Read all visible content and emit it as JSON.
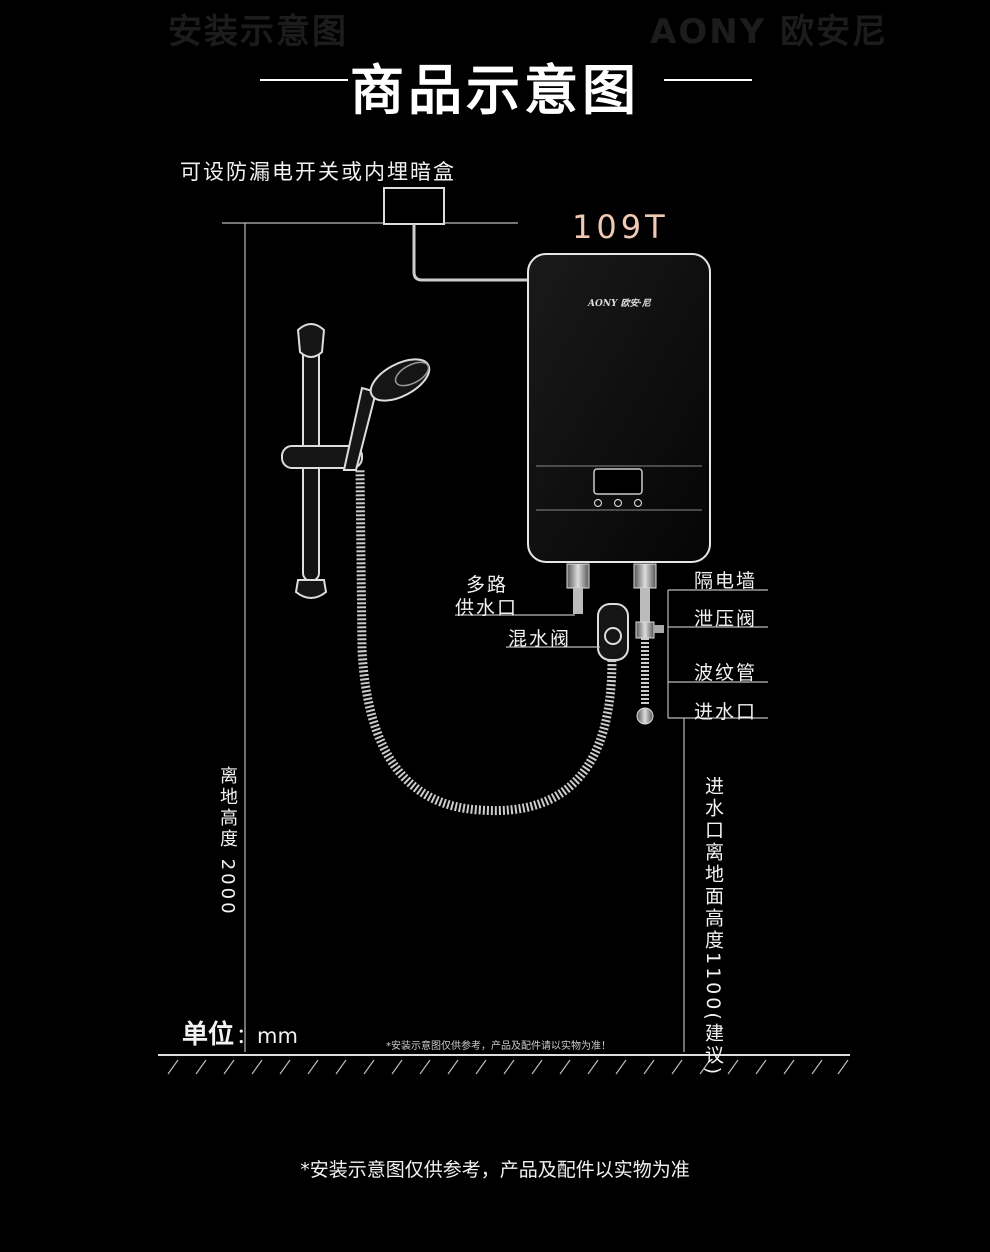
{
  "header": {
    "ghost_left": "安装示意图",
    "ghost_right": "AONY 欧安尼",
    "title": "商品示意图"
  },
  "diagram": {
    "switch_label": "可设防漏电开关或内埋暗盒",
    "model": "109T",
    "brand": "AONY 欧安·尼",
    "labels": {
      "multi_supply_line1": "多路",
      "multi_supply_line2": "供水口",
      "mixing_valve": "混水阀",
      "partition_wall": "隔电墙",
      "relief_valve": "泄压阀",
      "corrugated_pipe": "波纹管",
      "water_inlet": "进水口"
    },
    "height_left": "离地高度 2000",
    "height_right": "进水口离地面高度1100(建议)",
    "unit_label": "单位",
    "unit_value": "：mm",
    "small_note": "*安装示意图仅供参考，产品及配件请以实物为准！"
  },
  "footer": {
    "note": "*安装示意图仅供参考，产品及配件以实物为准"
  },
  "colors": {
    "background": "#000000",
    "model_text": "#f0c9b4",
    "line": "#cfcfcf"
  }
}
